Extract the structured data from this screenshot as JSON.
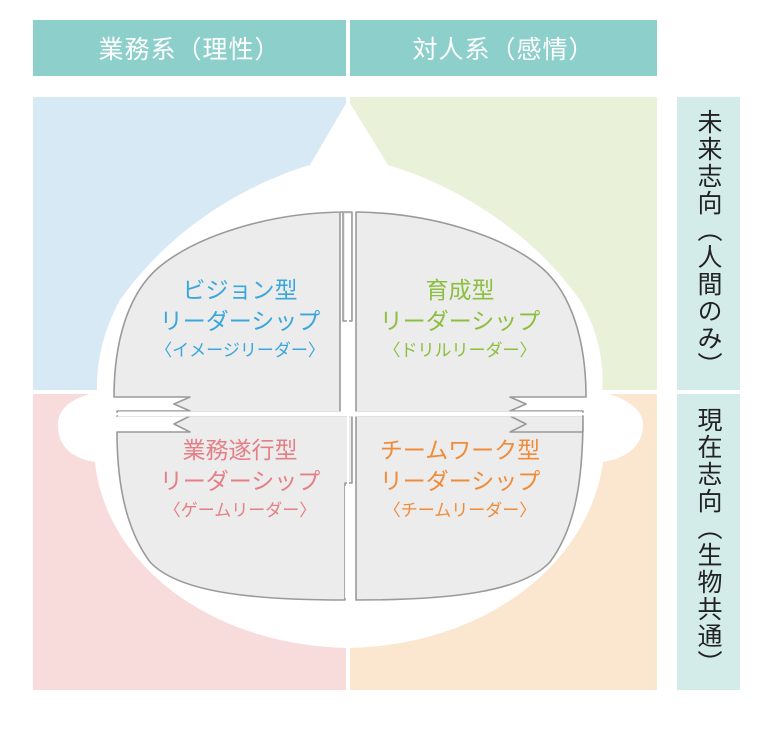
{
  "columns": {
    "left": "業務系（理性）",
    "right": "対人系（感情）"
  },
  "rows": {
    "top": "未来志向（人間のみ）",
    "bottom": "現在志向（生物共通）"
  },
  "quadrants": {
    "top_left": {
      "title": "ビジョン型",
      "subtitle": "リーダーシップ",
      "alias": "〈イメージリーダー〉",
      "color": "#3aa7db",
      "bg": "#d8e9f6"
    },
    "top_right": {
      "title": "育成型",
      "subtitle": "リーダーシップ",
      "alias": "〈ドリルリーダー〉",
      "color": "#8cbf3f",
      "bg": "#e9f2d9"
    },
    "bottom_left": {
      "title": "業務遂行型",
      "subtitle": "リーダーシップ",
      "alias": "〈ゲームリーダー〉",
      "color": "#e57f86",
      "bg": "#f8dcdc"
    },
    "bottom_right": {
      "title": "チームワーク型",
      "subtitle": "リーダーシップ",
      "alias": "〈チームリーダー〉",
      "color": "#ee8c3a",
      "bg": "#fbe6d0"
    }
  },
  "colors": {
    "header": "#8dcfcb",
    "side_header": "#d3ecea",
    "brain_fill": "#ececec",
    "brain_stroke": "#9a9a9a"
  }
}
